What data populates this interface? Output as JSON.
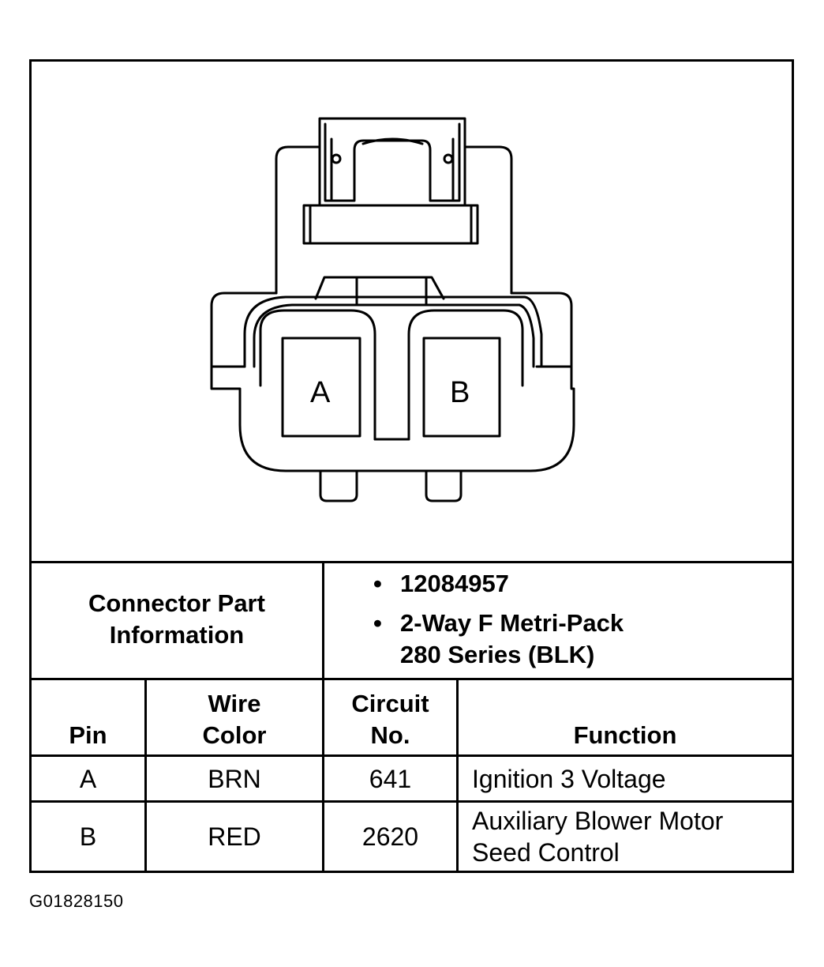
{
  "connector": {
    "cavity_a_label": "A",
    "cavity_b_label": "B"
  },
  "part_info": {
    "label_line1": "Connector Part",
    "label_line2": "Information",
    "items": [
      "12084957",
      "2-Way F Metri-Pack",
      "280 Series (BLK)"
    ]
  },
  "pin_table": {
    "headers": {
      "pin": "Pin",
      "wire_color_line1": "Wire",
      "wire_color_line2": "Color",
      "circuit_line1": "Circuit",
      "circuit_line2": "No.",
      "function": "Function"
    },
    "rows": [
      {
        "pin": "A",
        "wire_color": "BRN",
        "circuit": "641",
        "function_line1": "Ignition 3 Voltage",
        "function_line2": ""
      },
      {
        "pin": "B",
        "wire_color": "RED",
        "circuit": "2620",
        "function_line1": "Auxiliary Blower Motor",
        "function_line2": "Seed Control"
      }
    ]
  },
  "figure_code": "G01828150"
}
